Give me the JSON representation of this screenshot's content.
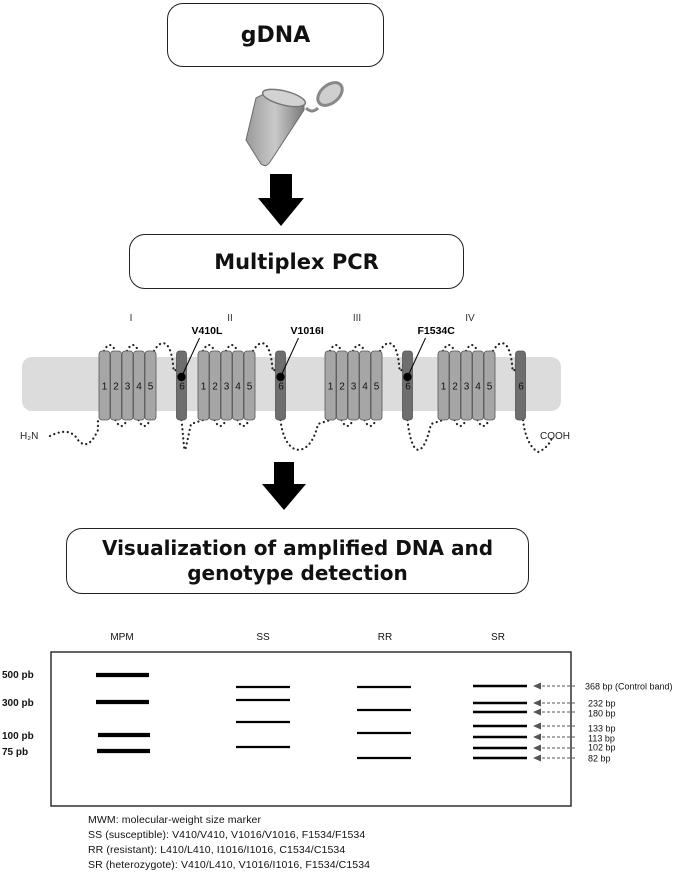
{
  "steps": {
    "gdna": "gDNA",
    "pcr": "Multiplex PCR",
    "visualization_line1": "Visualization of amplified DNA and",
    "visualization_line2": "genotype detection"
  },
  "channel": {
    "domains": [
      "I",
      "II",
      "III",
      "IV"
    ],
    "segment_labels": [
      "1",
      "2",
      "3",
      "4",
      "5",
      "6"
    ],
    "mutations": [
      "V410L",
      "V1016I",
      "F1534C"
    ],
    "n_terminus": "H₂N",
    "c_terminus": "COOH"
  },
  "gel": {
    "lanes": [
      "MPM",
      "SS",
      "RR",
      "SR"
    ],
    "marker_labels": [
      "500 pb",
      "300 pb",
      "100 pb",
      "75 pb"
    ],
    "band_annotations": [
      "368 bp (Control band)",
      "232 bp",
      "180 bp",
      "133 bp",
      "113 bp",
      "102 bp",
      "82 bp"
    ]
  },
  "legend": [
    "MWM: molecular-weight  size marker",
    "SS (susceptible): V410/V410, V1016/V1016, F1534/F1534",
    "RR (resistant):   L410/L410, I1016/I1016, C1534/C1534",
    "SR (heterozygote): V410/L410, V1016/I1016, F1534/C1534"
  ],
  "colors": {
    "membrane": "#dcdcdc",
    "helix": "#a6a6a6",
    "helix6": "#6e6e6e",
    "tube": "#8a8a8a",
    "arrow": "#000000",
    "band": "#000000"
  },
  "icons": [
    "pcr-tube-icon",
    "down-arrow-icon"
  ]
}
